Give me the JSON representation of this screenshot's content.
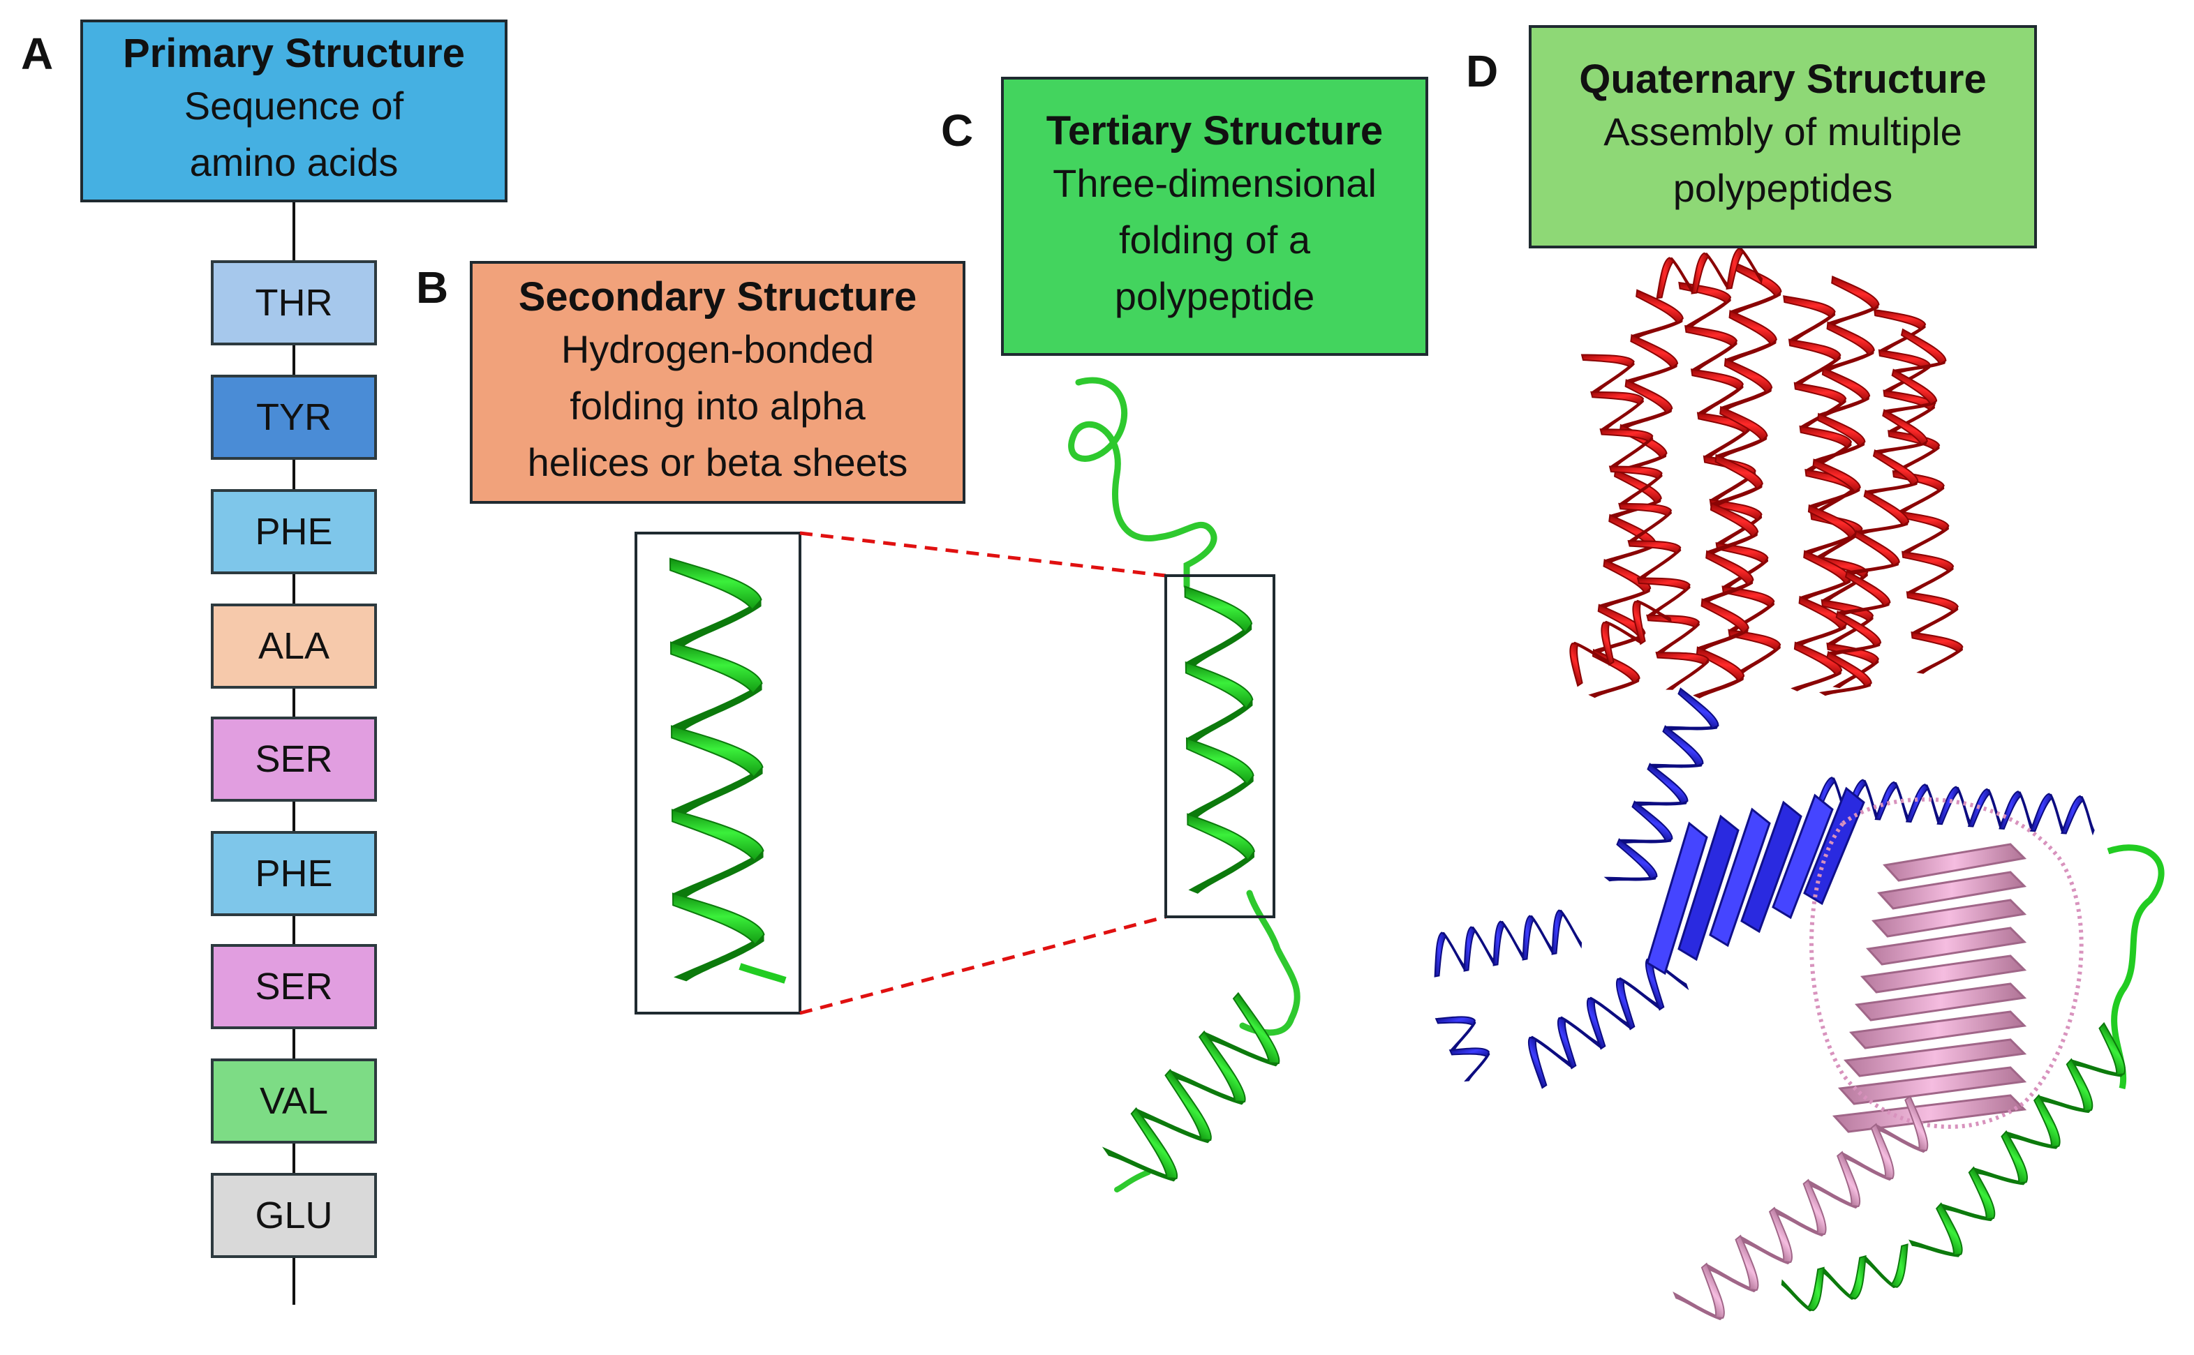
{
  "panels": {
    "a": {
      "letter": "A",
      "title": "Primary Structure",
      "description_lines": [
        "Sequence of",
        "amino acids"
      ],
      "color": "#45b0e2",
      "residues": [
        {
          "label": "THR",
          "color": "#a6c8ec"
        },
        {
          "label": "TYR",
          "color": "#4a8cd6"
        },
        {
          "label": "PHE",
          "color": "#7ec6ea"
        },
        {
          "label": "ALA",
          "color": "#f6c9ab"
        },
        {
          "label": "SER",
          "color": "#e19ee0"
        },
        {
          "label": "PHE",
          "color": "#7ec6ea"
        },
        {
          "label": "SER",
          "color": "#e19ee0"
        },
        {
          "label": "VAL",
          "color": "#7ddc85"
        },
        {
          "label": "GLU",
          "color": "#d9d9d9"
        }
      ]
    },
    "b": {
      "letter": "B",
      "title": "Secondary Structure",
      "description_lines": [
        "Hydrogen-bonded",
        "folding into alpha",
        "helices or beta sheets"
      ],
      "color": "#f1a27b",
      "helix_color": "#22dd22"
    },
    "c": {
      "letter": "C",
      "title": "Tertiary Structure",
      "description_lines": [
        "Three-dimensional",
        "folding of a",
        "polypeptide"
      ],
      "color": "#43d45e",
      "chain_color": "#2ec92e"
    },
    "d": {
      "letter": "D",
      "title": "Quaternary Structure",
      "description_lines": [
        "Assembly of multiple",
        "polypeptides"
      ],
      "color": "#8ed876",
      "subunit_colors": {
        "red": "#e01010",
        "blue": "#2828d8",
        "pink": "#e6a2cc",
        "green": "#22cc22"
      }
    }
  }
}
